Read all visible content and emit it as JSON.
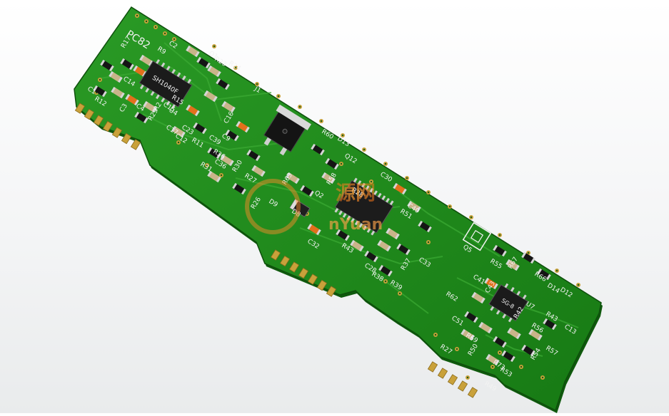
{
  "board": {
    "name": "PC82",
    "colors": {
      "solder_mask": "#1f8a1b",
      "solder_mask_dark": "#146612",
      "copper_gold": "#c9a13a",
      "silkscreen": "#f2f2f2",
      "ic_body": "#1b1b1b",
      "smd_orange": "#e2701c"
    }
  },
  "chips": {
    "u4_marking": "SH1040F",
    "u7_marking": "SG-8"
  },
  "watermark": {
    "text_cn": "源网",
    "text_en": "nYuan"
  },
  "labels": [
    "R17",
    "C1",
    "R12",
    "R9",
    "C2",
    "C3",
    "C4",
    "C14",
    "R15",
    "C15",
    "R2",
    "C17",
    "C12",
    "C23",
    "U4",
    "R29",
    "R23",
    "R24",
    "J1",
    "Q1",
    "C16",
    "C9",
    "R11",
    "C39",
    "R36",
    "R30",
    "C36",
    "R31",
    "R27",
    "D9",
    "R63",
    "Q2",
    "R60",
    "D13",
    "Q12",
    "R58",
    "R28",
    "C30",
    "C40",
    "R51",
    "R26",
    "C32",
    "C33",
    "C28",
    "R43",
    "R37",
    "R39",
    "R38",
    "Q5",
    "R55",
    "R67",
    "R66",
    "D14",
    "D12",
    "C41",
    "C43",
    "R62",
    "U7",
    "C51",
    "R69",
    "R42",
    "R56",
    "R43",
    "C13",
    "R57",
    "R54",
    "R53",
    "R27",
    "R49",
    "R73",
    "R50",
    "D8"
  ]
}
